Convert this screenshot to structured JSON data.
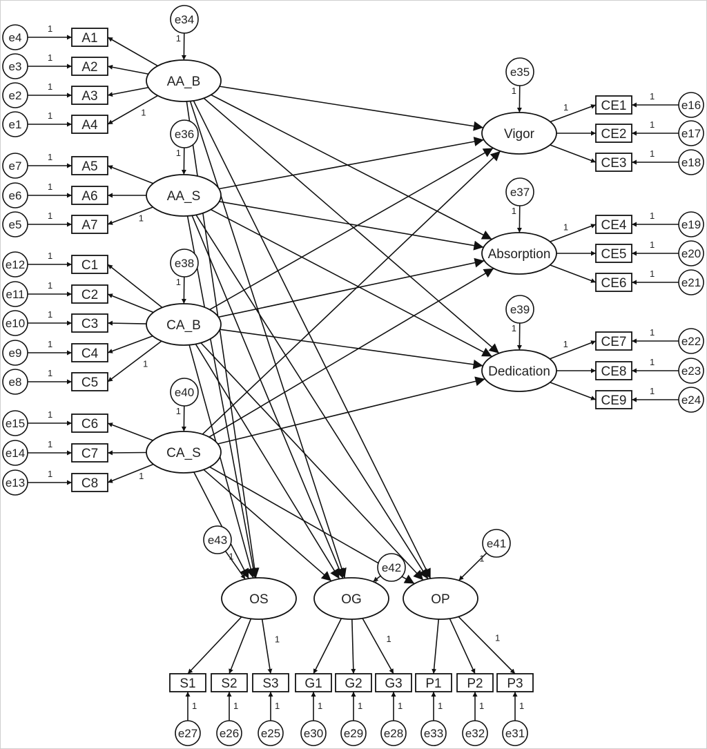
{
  "palette": {
    "stroke": "#111111",
    "fill": "#ffffff",
    "text": "#222222",
    "frame": "#cfcfcf"
  },
  "diagram": {
    "latents": [
      {
        "id": "AA_B",
        "label": "AA_B"
      },
      {
        "id": "AA_S",
        "label": "AA_S"
      },
      {
        "id": "CA_B",
        "label": "CA_B"
      },
      {
        "id": "CA_S",
        "label": "CA_S"
      },
      {
        "id": "Vigor",
        "label": "Vigor"
      },
      {
        "id": "Absorption",
        "label": "Absorption"
      },
      {
        "id": "Dedication",
        "label": "Dedication"
      },
      {
        "id": "OS",
        "label": "OS"
      },
      {
        "id": "OG",
        "label": "OG"
      },
      {
        "id": "OP",
        "label": "OP"
      }
    ],
    "indicators": [
      {
        "id": "A1",
        "label": "A1",
        "error": "e4"
      },
      {
        "id": "A2",
        "label": "A2",
        "error": "e3"
      },
      {
        "id": "A3",
        "label": "A3",
        "error": "e2"
      },
      {
        "id": "A4",
        "label": "A4",
        "error": "e1"
      },
      {
        "id": "A5",
        "label": "A5",
        "error": "e7"
      },
      {
        "id": "A6",
        "label": "A6",
        "error": "e6"
      },
      {
        "id": "A7",
        "label": "A7",
        "error": "e5"
      },
      {
        "id": "C1",
        "label": "C1",
        "error": "e12"
      },
      {
        "id": "C2",
        "label": "C2",
        "error": "e11"
      },
      {
        "id": "C3",
        "label": "C3",
        "error": "e10"
      },
      {
        "id": "C4",
        "label": "C4",
        "error": "e9"
      },
      {
        "id": "C5",
        "label": "C5",
        "error": "e8"
      },
      {
        "id": "C6",
        "label": "C6",
        "error": "e15"
      },
      {
        "id": "C7",
        "label": "C7",
        "error": "e14"
      },
      {
        "id": "C8",
        "label": "C8",
        "error": "e13"
      },
      {
        "id": "CE1",
        "label": "CE1",
        "error": "e16"
      },
      {
        "id": "CE2",
        "label": "CE2",
        "error": "e17"
      },
      {
        "id": "CE3",
        "label": "CE3",
        "error": "e18"
      },
      {
        "id": "CE4",
        "label": "CE4",
        "error": "e19"
      },
      {
        "id": "CE5",
        "label": "CE5",
        "error": "e20"
      },
      {
        "id": "CE6",
        "label": "CE6",
        "error": "e21"
      },
      {
        "id": "CE7",
        "label": "CE7",
        "error": "e22"
      },
      {
        "id": "CE8",
        "label": "CE8",
        "error": "e23"
      },
      {
        "id": "CE9",
        "label": "CE9",
        "error": "e24"
      },
      {
        "id": "S1",
        "label": "S1",
        "error": "e27"
      },
      {
        "id": "S2",
        "label": "S2",
        "error": "e26"
      },
      {
        "id": "S3",
        "label": "S3",
        "error": "e25"
      },
      {
        "id": "G1",
        "label": "G1",
        "error": "e30"
      },
      {
        "id": "G2",
        "label": "G2",
        "error": "e29"
      },
      {
        "id": "G3",
        "label": "G3",
        "error": "e28"
      },
      {
        "id": "P1",
        "label": "P1",
        "error": "e33"
      },
      {
        "id": "P2",
        "label": "P2",
        "error": "e32"
      },
      {
        "id": "P3",
        "label": "P3",
        "error": "e31"
      }
    ],
    "latent_errors": [
      {
        "label": "e34",
        "target": "AA_B"
      },
      {
        "label": "e36",
        "target": "AA_S"
      },
      {
        "label": "e38",
        "target": "CA_B"
      },
      {
        "label": "e40",
        "target": "CA_S"
      },
      {
        "label": "e35",
        "target": "Vigor"
      },
      {
        "label": "e37",
        "target": "Absorption"
      },
      {
        "label": "e39",
        "target": "Dedication"
      },
      {
        "label": "e43",
        "target": "OS"
      },
      {
        "label": "e42",
        "target": "OG"
      },
      {
        "label": "e41",
        "target": "OP"
      }
    ],
    "loadings": [
      {
        "from": "AA_B",
        "to": [
          "A1",
          "A2",
          "A3",
          "A4"
        ]
      },
      {
        "from": "AA_S",
        "to": [
          "A5",
          "A6",
          "A7"
        ]
      },
      {
        "from": "CA_B",
        "to": [
          "C1",
          "C2",
          "C3",
          "C4",
          "C5"
        ]
      },
      {
        "from": "CA_S",
        "to": [
          "C6",
          "C7",
          "C8"
        ]
      },
      {
        "from": "Vigor",
        "to": [
          "CE1",
          "CE2",
          "CE3"
        ]
      },
      {
        "from": "Absorption",
        "to": [
          "CE4",
          "CE5",
          "CE6"
        ]
      },
      {
        "from": "Dedication",
        "to": [
          "CE7",
          "CE8",
          "CE9"
        ]
      },
      {
        "from": "OS",
        "to": [
          "S1",
          "S2",
          "S3"
        ]
      },
      {
        "from": "OG",
        "to": [
          "G1",
          "G2",
          "G3"
        ]
      },
      {
        "from": "OP",
        "to": [
          "P1",
          "P2",
          "P3"
        ]
      }
    ],
    "structural_sources": [
      "AA_B",
      "AA_S",
      "CA_B",
      "CA_S"
    ],
    "structural_targets": [
      "Vigor",
      "Absorption",
      "Dedication",
      "OS",
      "OG",
      "OP"
    ],
    "fixed_parameter_label": "1"
  }
}
